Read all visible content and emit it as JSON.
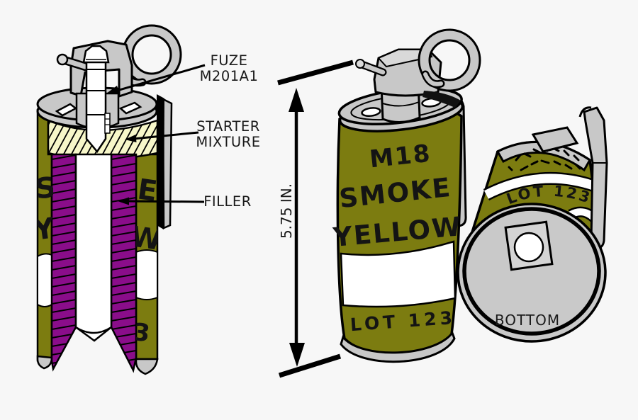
{
  "title": "M18 smoke grenade diagram",
  "colors": {
    "background": "#f7f7f7",
    "body_olive": "#7c7c10",
    "filler_purple": "#8a0d8a",
    "starter_yellow": "#f7f7c9",
    "metal_gray": "#c8c8c8",
    "metal_light": "#d9d9d9",
    "face_gray": "#c9c9c9",
    "outline": "#000000",
    "ink": "#1a1a1a"
  },
  "cutaway": {
    "fuze_label": {
      "line1": "FUZE",
      "line2": "M201A1"
    },
    "starter_label": {
      "line1": "STARTER",
      "line2": "MIXTURE"
    },
    "filler_label": "FILLER",
    "shell_letters": {
      "left_top": "S",
      "left_mid": "Y",
      "right_top": "E",
      "right_mid": "W",
      "right_bottom": "3"
    }
  },
  "dimension": {
    "label": "5.75 IN."
  },
  "side_view": {
    "name_line": "M18",
    "type_line": "SMOKE",
    "color_line": "YELLOW",
    "lot_line": "LOT 123"
  },
  "bottom_view": {
    "lot_line": "LOT 123",
    "caption": "BOTTOM"
  }
}
